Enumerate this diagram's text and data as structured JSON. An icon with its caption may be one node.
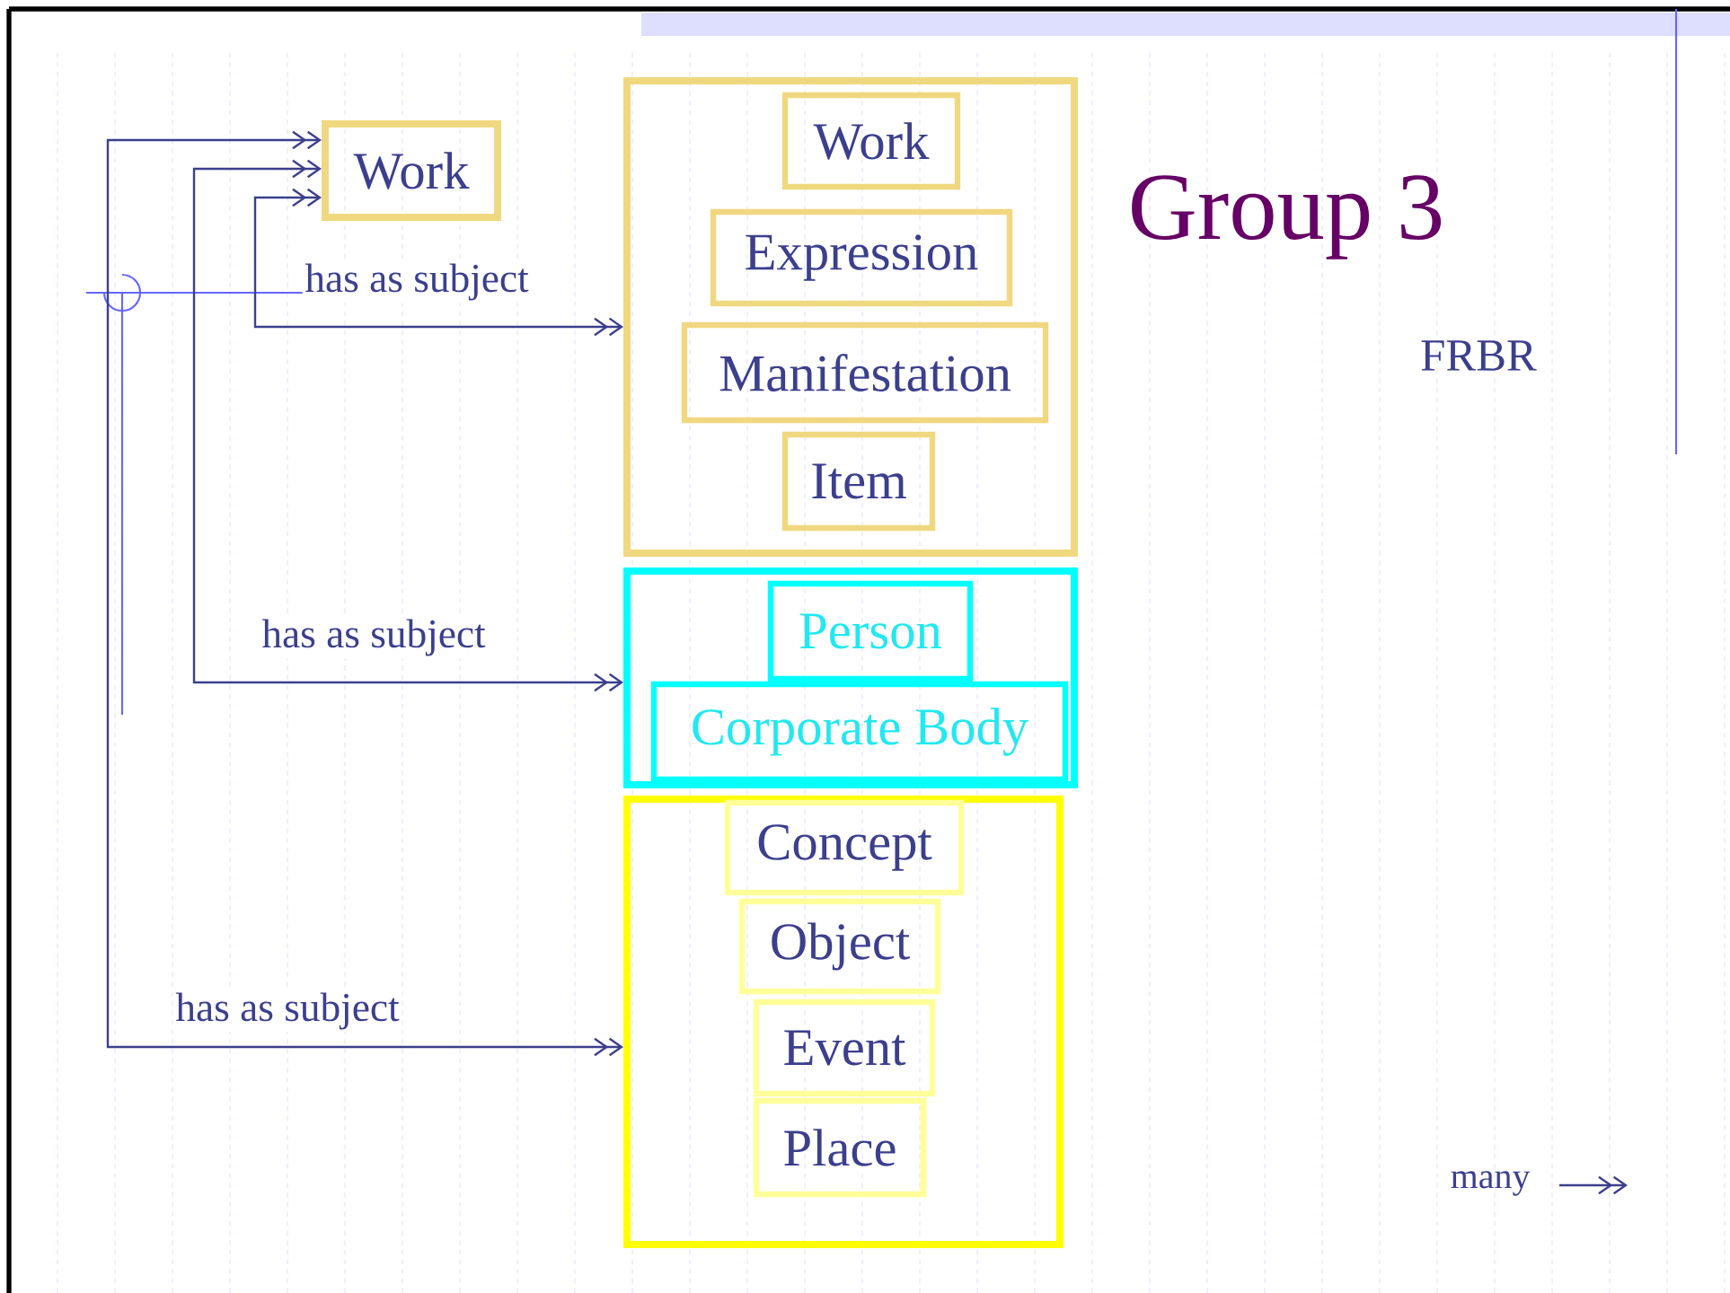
{
  "diagram": {
    "title": "Group 3",
    "nodes": [
      {
        "text": [
          "Work"
        ]
      },
      {
        "text": [],
        "shape": "box"
      },
      {
        "text": [
          "Work"
        ],
        "in": 1
      },
      {
        "text": [
          "Expression"
        ],
        "in": 1
      },
      {
        "text": [
          "Manifestation"
        ],
        "in": 1
      },
      {
        "text": [
          "Item"
        ],
        "in": 1
      },
      {
        "text": [],
        "shape": "box"
      },
      {
        "text": [
          "Person"
        ],
        "in": 6
      },
      {
        "text": [
          "Corporate Body"
        ],
        "in": 6
      },
      {
        "text": [],
        "shape": "box"
      },
      {
        "text": [
          "Concept"
        ],
        "in": 9
      },
      {
        "text": [
          "Object"
        ],
        "in": 9
      },
      {
        "text": [
          "Event"
        ],
        "in": 9
      },
      {
        "text": [
          "Place"
        ],
        "in": 9
      }
    ],
    "edges": [
      {
        "from": 0,
        "to": 1,
        "arrow": "both",
        "label": "has as subject"
      },
      {
        "from": 0,
        "to": 6,
        "arrow": "both",
        "label": "has as subject"
      },
      {
        "from": 0,
        "to": 9,
        "arrow": "both",
        "label": "has as subject"
      }
    ],
    "labels": [
      "FRBR"
    ],
    "legend": [
      {
        "text": "many"
      }
    ]
  }
}
